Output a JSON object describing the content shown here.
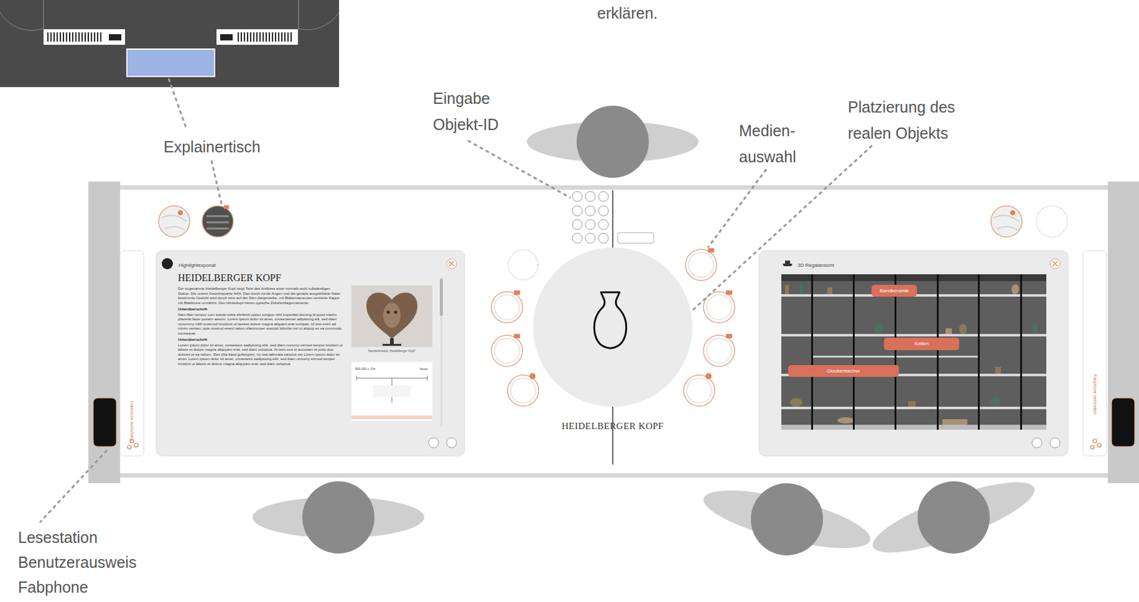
{
  "diagram": {
    "nodes": [
      {
        "text": [
          "Highlightexponat",
          "HEIDELBERGER KOPF",
          "Der sogenannte Heidelberger Kopf zeigt Teile des Antlitzes einer vormals wohl vollständigen Statue. Die untere Gesichtspartie fehlt. Das durch runde Augen und die gerade ausgebildete Nase bestimmte Gesicht wird durch eine auf der Stirn dargestellte, mit Blattornamenten verzierte Kappe mit Blattkrone umrahmt. Den Hinterkopf zieren typische Zirkelschlagornamente.",
          "Unterüberschrift",
          "Nam liber tempor cum soluta nobis eleifend option congue nihil imperdiet doming id quod mazim placerat facer possim assum. Lorem ipsum dolor sit amet, consectetuer adipiscing elit, sed diam nonummy nibh euismod tincidunt ut laoreet dolore magna aliquam erat volutpat. Ut wisi enim ad minim veniam, quis nostrud exerci tation ullamcorper suscipit lobortis nisl ut aliquip ex ea commodo consequat.",
          "Unterüberschrift",
          "Lorem ipsum dolor sit amet, consetetur sadipscing elitr, sed diam nonumy eirmod tempor invidunt ut labore et dolore magna aliquyam erat, sed diam voluptua. At vero eos et accusam et justo duo dolores et ea rebum. Stet clita kasd gubergren, no sea takimata sanctus est Lorem ipsum dolor sit amet. Lorem ipsum dolor sit amet, consetetur sadipscing elitr, sed diam nonumy eirmod tempor invidunt ut labore et dolore magna aliquyam erat, sed diam voluptua.",
          "Sandsteinkopf „Heidelberger Kopf“",
          "500.000 v. Chr.",
          "heute"
        ]
      },
      {
        "text": [
          "3D Regalansicht"
        ]
      },
      {
        "text": [
          "Bandkeramik"
        ],
        "in": 1
      },
      {
        "text": [
          "Kelten"
        ],
        "in": 1
      },
      {
        "text": [
          "Glockenbecher"
        ],
        "in": 1
      },
      {
        "text": [
          "Fabphone verbinden"
        ]
      },
      {
        "text": [
          "Fabphone verbinden"
        ]
      }
    ],
    "labels": [
      "erklären.",
      "Explainertisch",
      "Eingabe Objekt-ID",
      "Medien- auswahl",
      "Platzierung des realen Objekts",
      "HEIDELBERGER KOPF",
      "Lesestation Benutzerausweis Fabphone"
    ]
  }
}
